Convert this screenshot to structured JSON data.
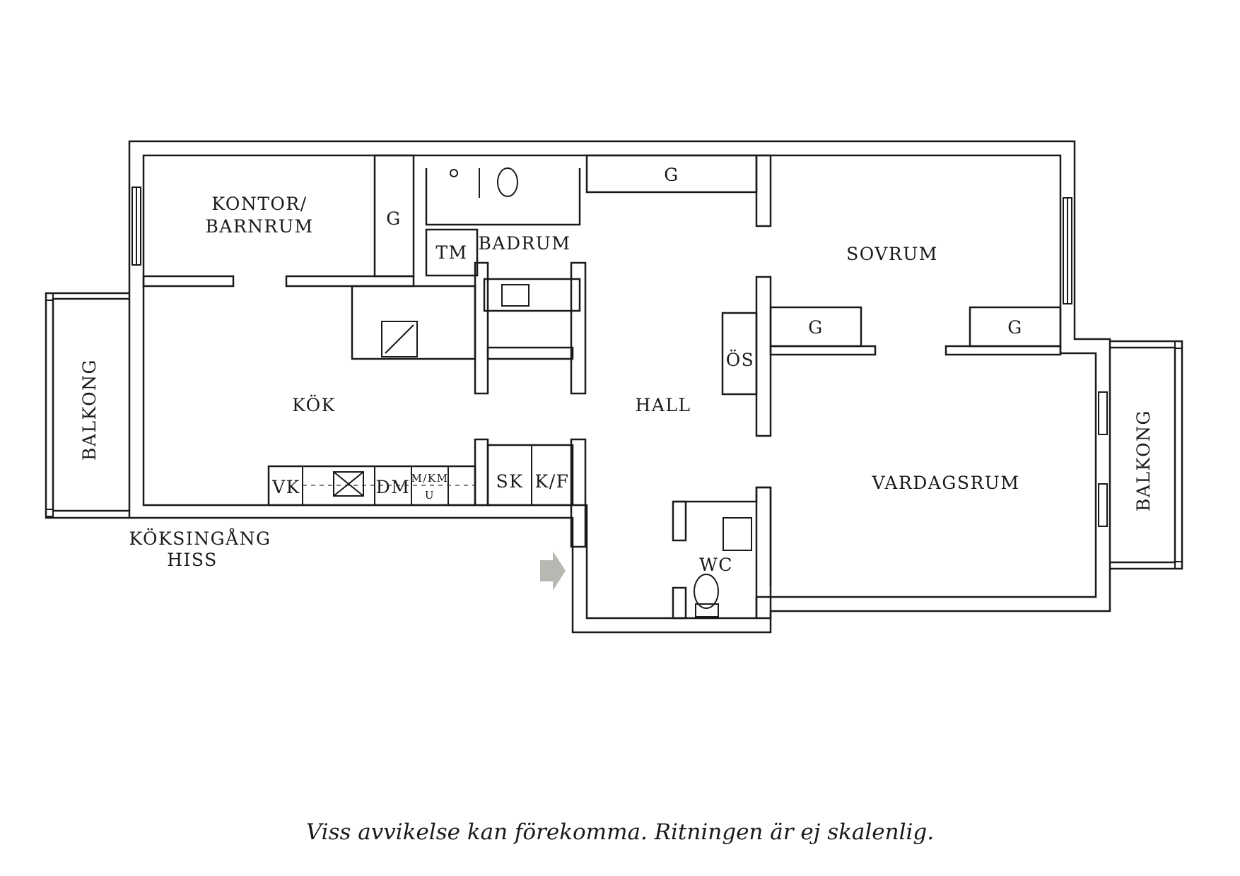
{
  "rooms": {
    "kontor": [
      "KONTOR/",
      "BARNRUM"
    ],
    "badrum": "BADRUM",
    "sovrum": "SOVRUM",
    "kok": "KÖK",
    "hall": "HALL",
    "vardagsrum": "VARDAGSRUM",
    "wc": "WC",
    "balkong_left": "BALKONG",
    "balkong_right": "BALKONG"
  },
  "fixtures": {
    "g_kontor": "G",
    "g_top": "G",
    "g_sovrum_left": "G",
    "g_sovrum_right": "G",
    "tm": "TM",
    "os": "ÖS",
    "vk": "VK",
    "dm": "DM",
    "mkm": "M/KM",
    "u": "U",
    "sk": "SK",
    "kf": "K/F"
  },
  "entrance": [
    "KÖKSINGÅNG",
    "HISS"
  ],
  "disclaimer": "Viss avvikelse kan förekomma. Ritningen är ej skalenlig.",
  "colors": {
    "line": "#1a1a1a",
    "arrow": "#b8b8b3",
    "background": "#ffffff"
  }
}
